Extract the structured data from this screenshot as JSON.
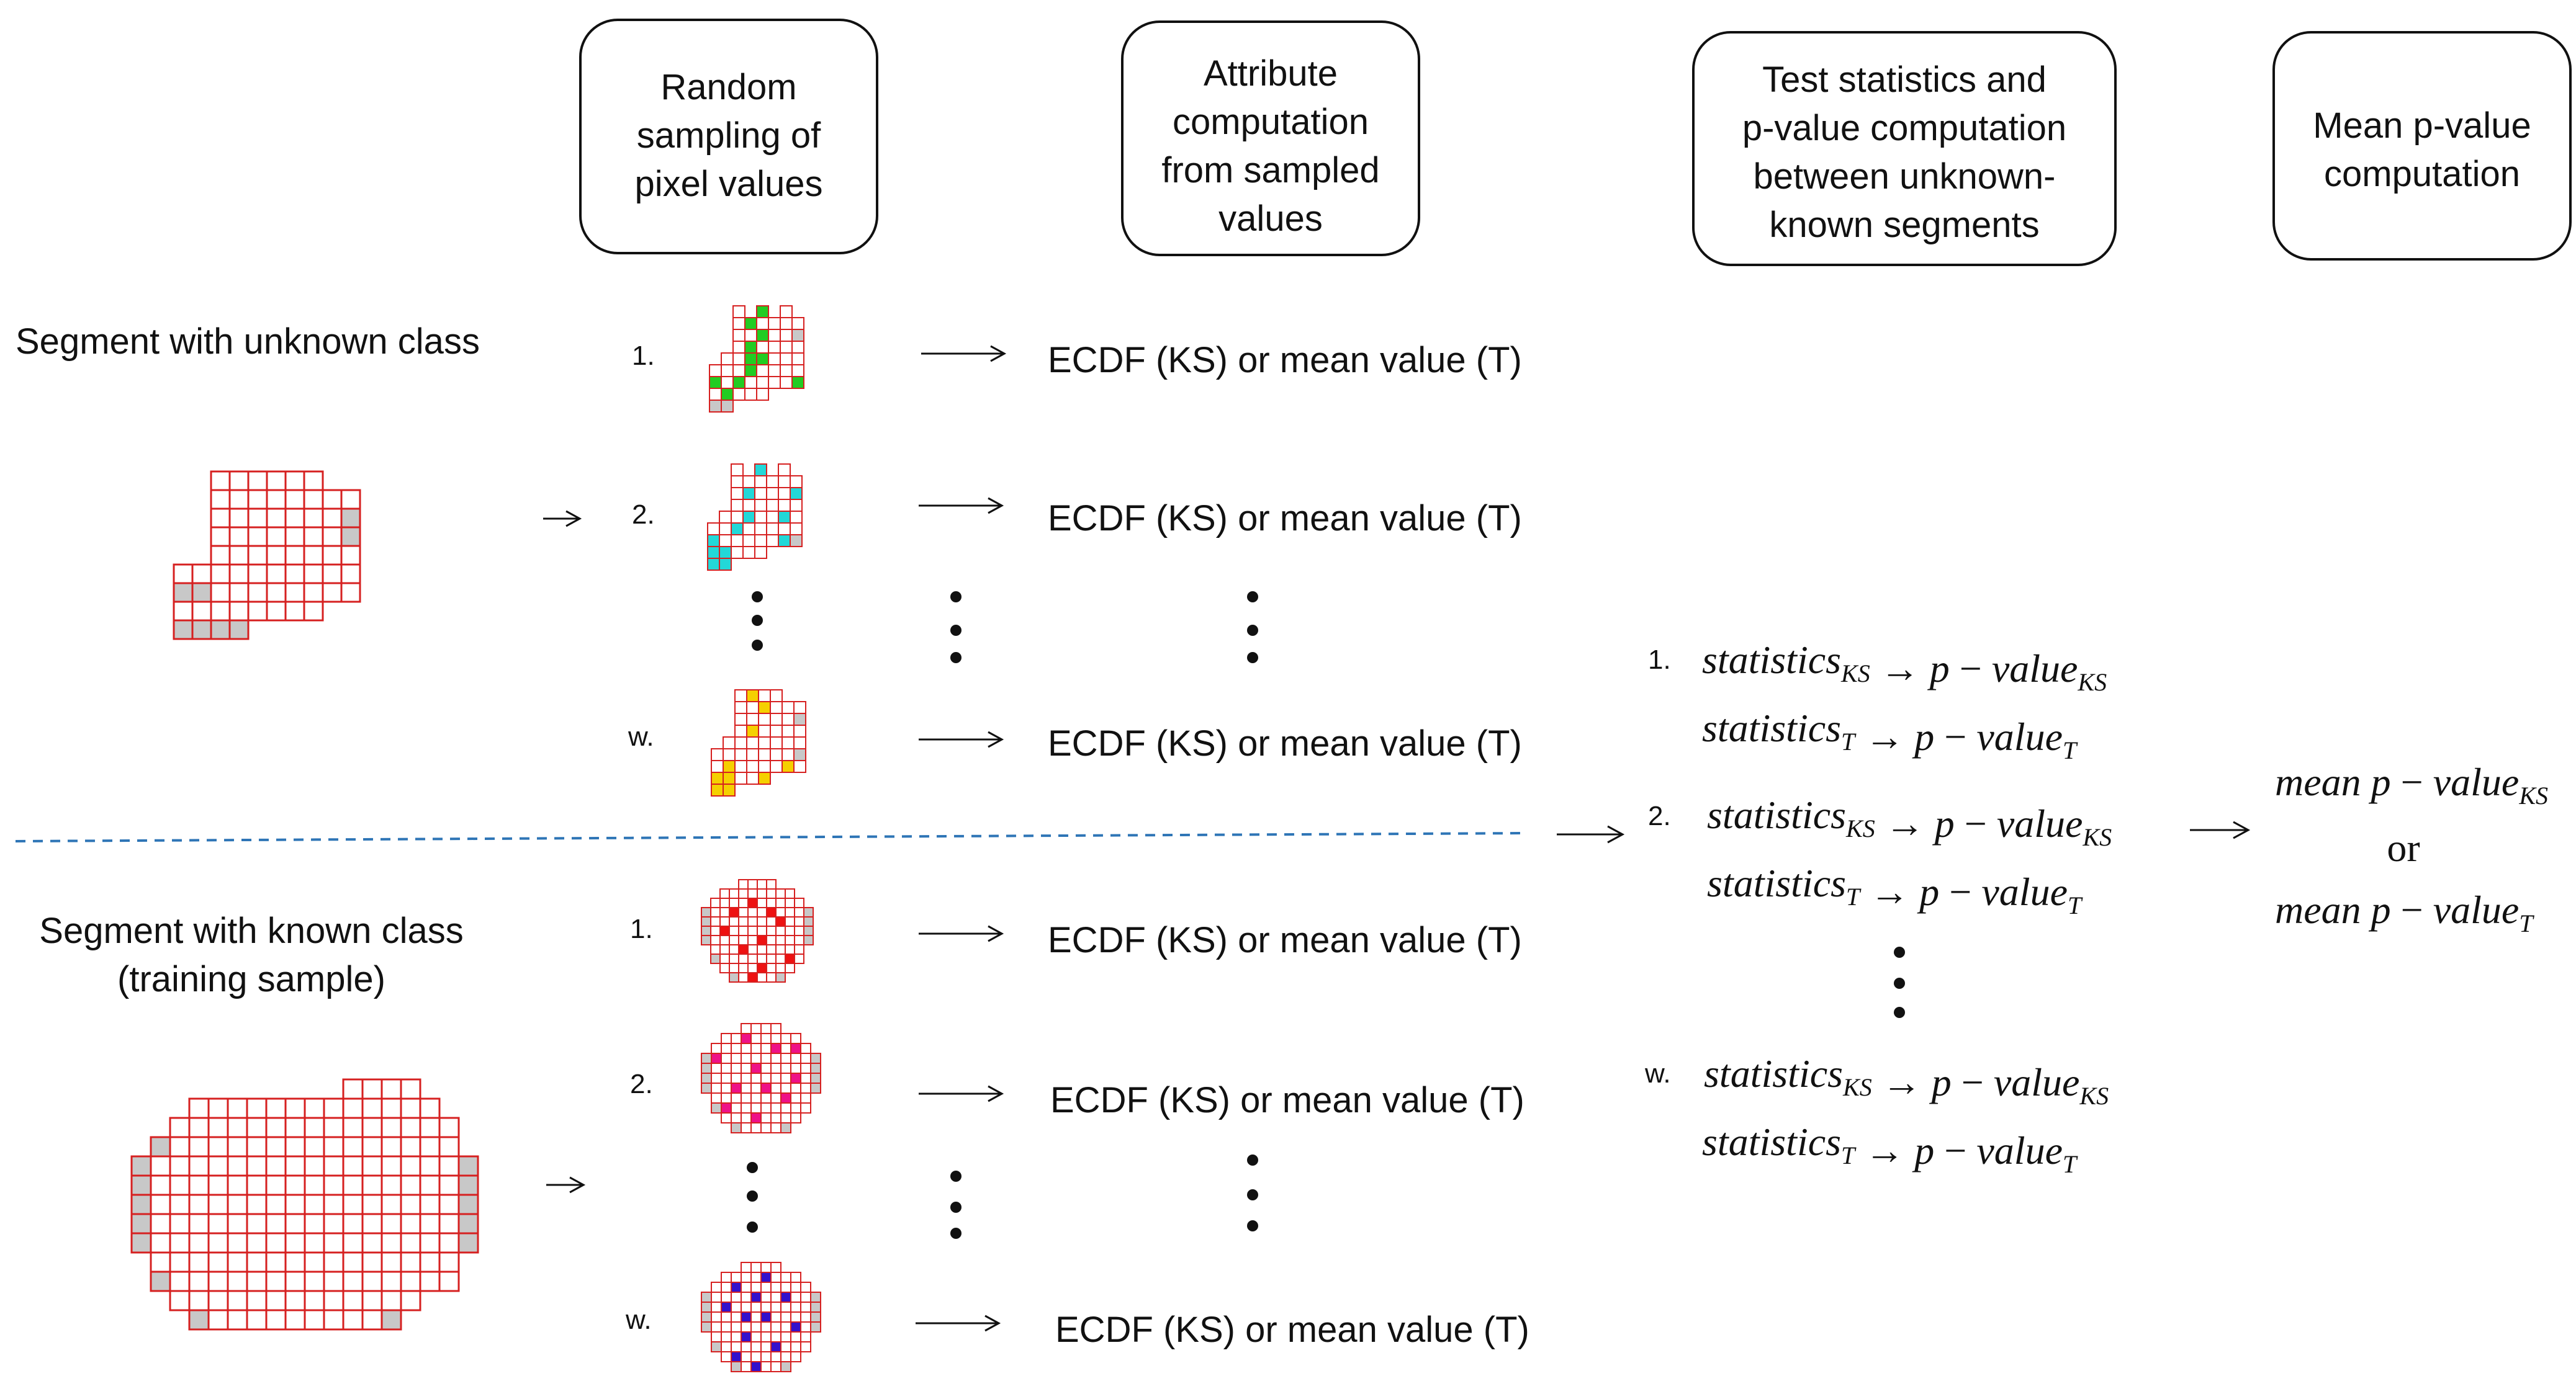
{
  "headers": {
    "random_sampling": [
      "Random",
      "sampling of",
      "pixel values"
    ],
    "attribute_computation": [
      "Attribute",
      "computation",
      "from sampled",
      "values"
    ],
    "test_statistics": [
      "Test statistics and",
      "p-value computation",
      "between unknown-",
      "known segments"
    ],
    "mean_pvalue": [
      "Mean p-value",
      "computation"
    ]
  },
  "segments": {
    "unknown_label": "Segment with unknown class",
    "known_label": [
      "Segment with known class",
      "(training sample)"
    ]
  },
  "sample_indices": {
    "first": "1.",
    "second": "2.",
    "last": "w."
  },
  "ecdf_texts": {
    "u1": "ECDF (KS) or mean value (T)",
    "u2": "ECDF (KS)  or mean value (T)",
    "uw": "ECDF (KS) or mean value (T)",
    "k1": "ECDF (KS)  or mean value (T)",
    "k2": "ECDF (KS) or mean value (T)",
    "kw": "ECDF (KS) or mean value (T)"
  },
  "formulas": {
    "statistics": "statistics",
    "p_value": "p",
    "minus": "−",
    "value": "value",
    "arrow": "→",
    "sub_ks": "KS",
    "sub_t": "T",
    "mean": "mean",
    "or": "or"
  },
  "colors": {
    "grid_red": "#d62020",
    "cell_fill": "#ffffff",
    "cell_gray": "#c8c8c8",
    "sample_green": "#22cc22",
    "sample_cyan": "#22d8d8",
    "sample_yellow": "#f5d000",
    "sample_red": "#ee1111",
    "sample_magenta": "#ee1188",
    "sample_blue": "#3311cc",
    "divider_blue": "#2e75b6"
  }
}
